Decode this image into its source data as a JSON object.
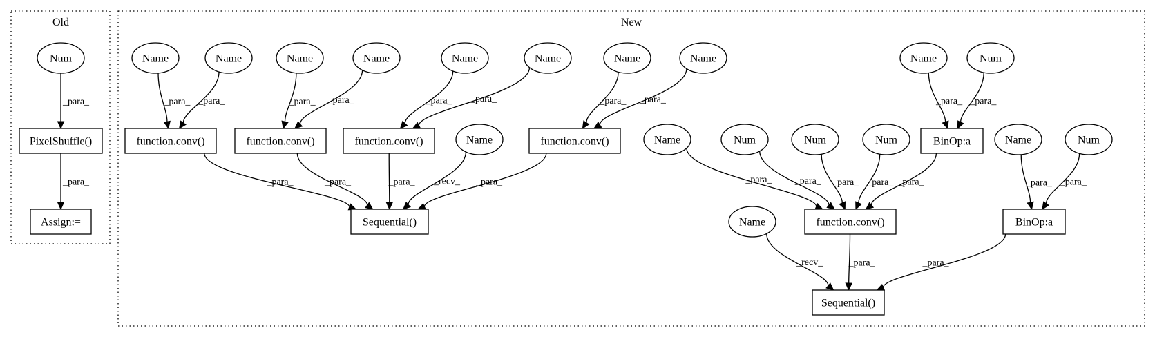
{
  "clusters": [
    {
      "id": "old",
      "label": "Old"
    },
    {
      "id": "new",
      "label": "New"
    }
  ],
  "nodes": [
    {
      "id": "o_num",
      "label": "Num",
      "shape": "ellipse"
    },
    {
      "id": "o_pix",
      "label": "PixelShuffle()",
      "shape": "box"
    },
    {
      "id": "o_asg",
      "label": "Assign:=",
      "shape": "box"
    },
    {
      "id": "n1",
      "label": "Name",
      "shape": "ellipse"
    },
    {
      "id": "n2",
      "label": "Name",
      "shape": "ellipse"
    },
    {
      "id": "n3",
      "label": "Name",
      "shape": "ellipse"
    },
    {
      "id": "n4",
      "label": "Name",
      "shape": "ellipse"
    },
    {
      "id": "n5",
      "label": "Name",
      "shape": "ellipse"
    },
    {
      "id": "n6",
      "label": "Name",
      "shape": "ellipse"
    },
    {
      "id": "n7",
      "label": "Name",
      "shape": "ellipse"
    },
    {
      "id": "n8",
      "label": "Name",
      "shape": "ellipse"
    },
    {
      "id": "n9",
      "label": "Name",
      "shape": "ellipse"
    },
    {
      "id": "n10",
      "label": "Num",
      "shape": "ellipse"
    },
    {
      "id": "fc1",
      "label": "function.conv()",
      "shape": "box"
    },
    {
      "id": "fc2",
      "label": "function.conv()",
      "shape": "box"
    },
    {
      "id": "fc3",
      "label": "function.conv()",
      "shape": "box"
    },
    {
      "id": "fc4",
      "label": "function.conv()",
      "shape": "box"
    },
    {
      "id": "nm_recv1",
      "label": "Name",
      "shape": "ellipse"
    },
    {
      "id": "seq1",
      "label": "Sequential()",
      "shape": "box"
    },
    {
      "id": "nm_a",
      "label": "Name",
      "shape": "ellipse"
    },
    {
      "id": "num_a",
      "label": "Num",
      "shape": "ellipse"
    },
    {
      "id": "num_b",
      "label": "Num",
      "shape": "ellipse"
    },
    {
      "id": "num_c",
      "label": "Num",
      "shape": "ellipse"
    },
    {
      "id": "binop1",
      "label": "BinOp:a",
      "shape": "box"
    },
    {
      "id": "nm_b",
      "label": "Name",
      "shape": "ellipse"
    },
    {
      "id": "num_d",
      "label": "Num",
      "shape": "ellipse"
    },
    {
      "id": "fc5",
      "label": "function.conv()",
      "shape": "box"
    },
    {
      "id": "binop2",
      "label": "BinOp:a",
      "shape": "box"
    },
    {
      "id": "nm_recv2",
      "label": "Name",
      "shape": "ellipse"
    },
    {
      "id": "seq2",
      "label": "Sequential()",
      "shape": "box"
    }
  ],
  "edges": [
    {
      "from": "o_num",
      "to": "o_pix",
      "label": "_para_"
    },
    {
      "from": "o_pix",
      "to": "o_asg",
      "label": "_para_"
    },
    {
      "from": "n1",
      "to": "fc1",
      "label": "_para_"
    },
    {
      "from": "n2",
      "to": "fc1",
      "label": "_para_"
    },
    {
      "from": "n3",
      "to": "fc2",
      "label": "_para_"
    },
    {
      "from": "n4",
      "to": "fc2",
      "label": "_para_"
    },
    {
      "from": "n5",
      "to": "fc3",
      "label": "_para_"
    },
    {
      "from": "n6",
      "to": "fc3",
      "label": "_para_"
    },
    {
      "from": "n7",
      "to": "fc4",
      "label": "_para_"
    },
    {
      "from": "n8",
      "to": "fc4",
      "label": "_para_"
    },
    {
      "from": "fc1",
      "to": "seq1",
      "label": "_para_"
    },
    {
      "from": "fc2",
      "to": "seq1",
      "label": "_para_"
    },
    {
      "from": "fc3",
      "to": "seq1",
      "label": "_para_"
    },
    {
      "from": "nm_recv1",
      "to": "seq1",
      "label": "_recv_"
    },
    {
      "from": "fc4",
      "to": "seq1",
      "label": "_para_"
    },
    {
      "from": "n9",
      "to": "binop1",
      "label": "_para_"
    },
    {
      "from": "n10",
      "to": "binop1",
      "label": "_para_"
    },
    {
      "from": "nm_a",
      "to": "fc5",
      "label": "_para_"
    },
    {
      "from": "num_a",
      "to": "fc5",
      "label": "_para_"
    },
    {
      "from": "num_b",
      "to": "fc5",
      "label": "_para_"
    },
    {
      "from": "num_c",
      "to": "fc5",
      "label": "_para_"
    },
    {
      "from": "binop1",
      "to": "fc5",
      "label": "_para_"
    },
    {
      "from": "nm_b",
      "to": "binop2",
      "label": "_para_"
    },
    {
      "from": "num_d",
      "to": "binop2",
      "label": "_para_"
    },
    {
      "from": "nm_recv2",
      "to": "seq2",
      "label": "_recv_"
    },
    {
      "from": "fc5",
      "to": "seq2",
      "label": "_para_"
    },
    {
      "from": "binop2",
      "to": "seq2",
      "label": "_para_"
    }
  ]
}
